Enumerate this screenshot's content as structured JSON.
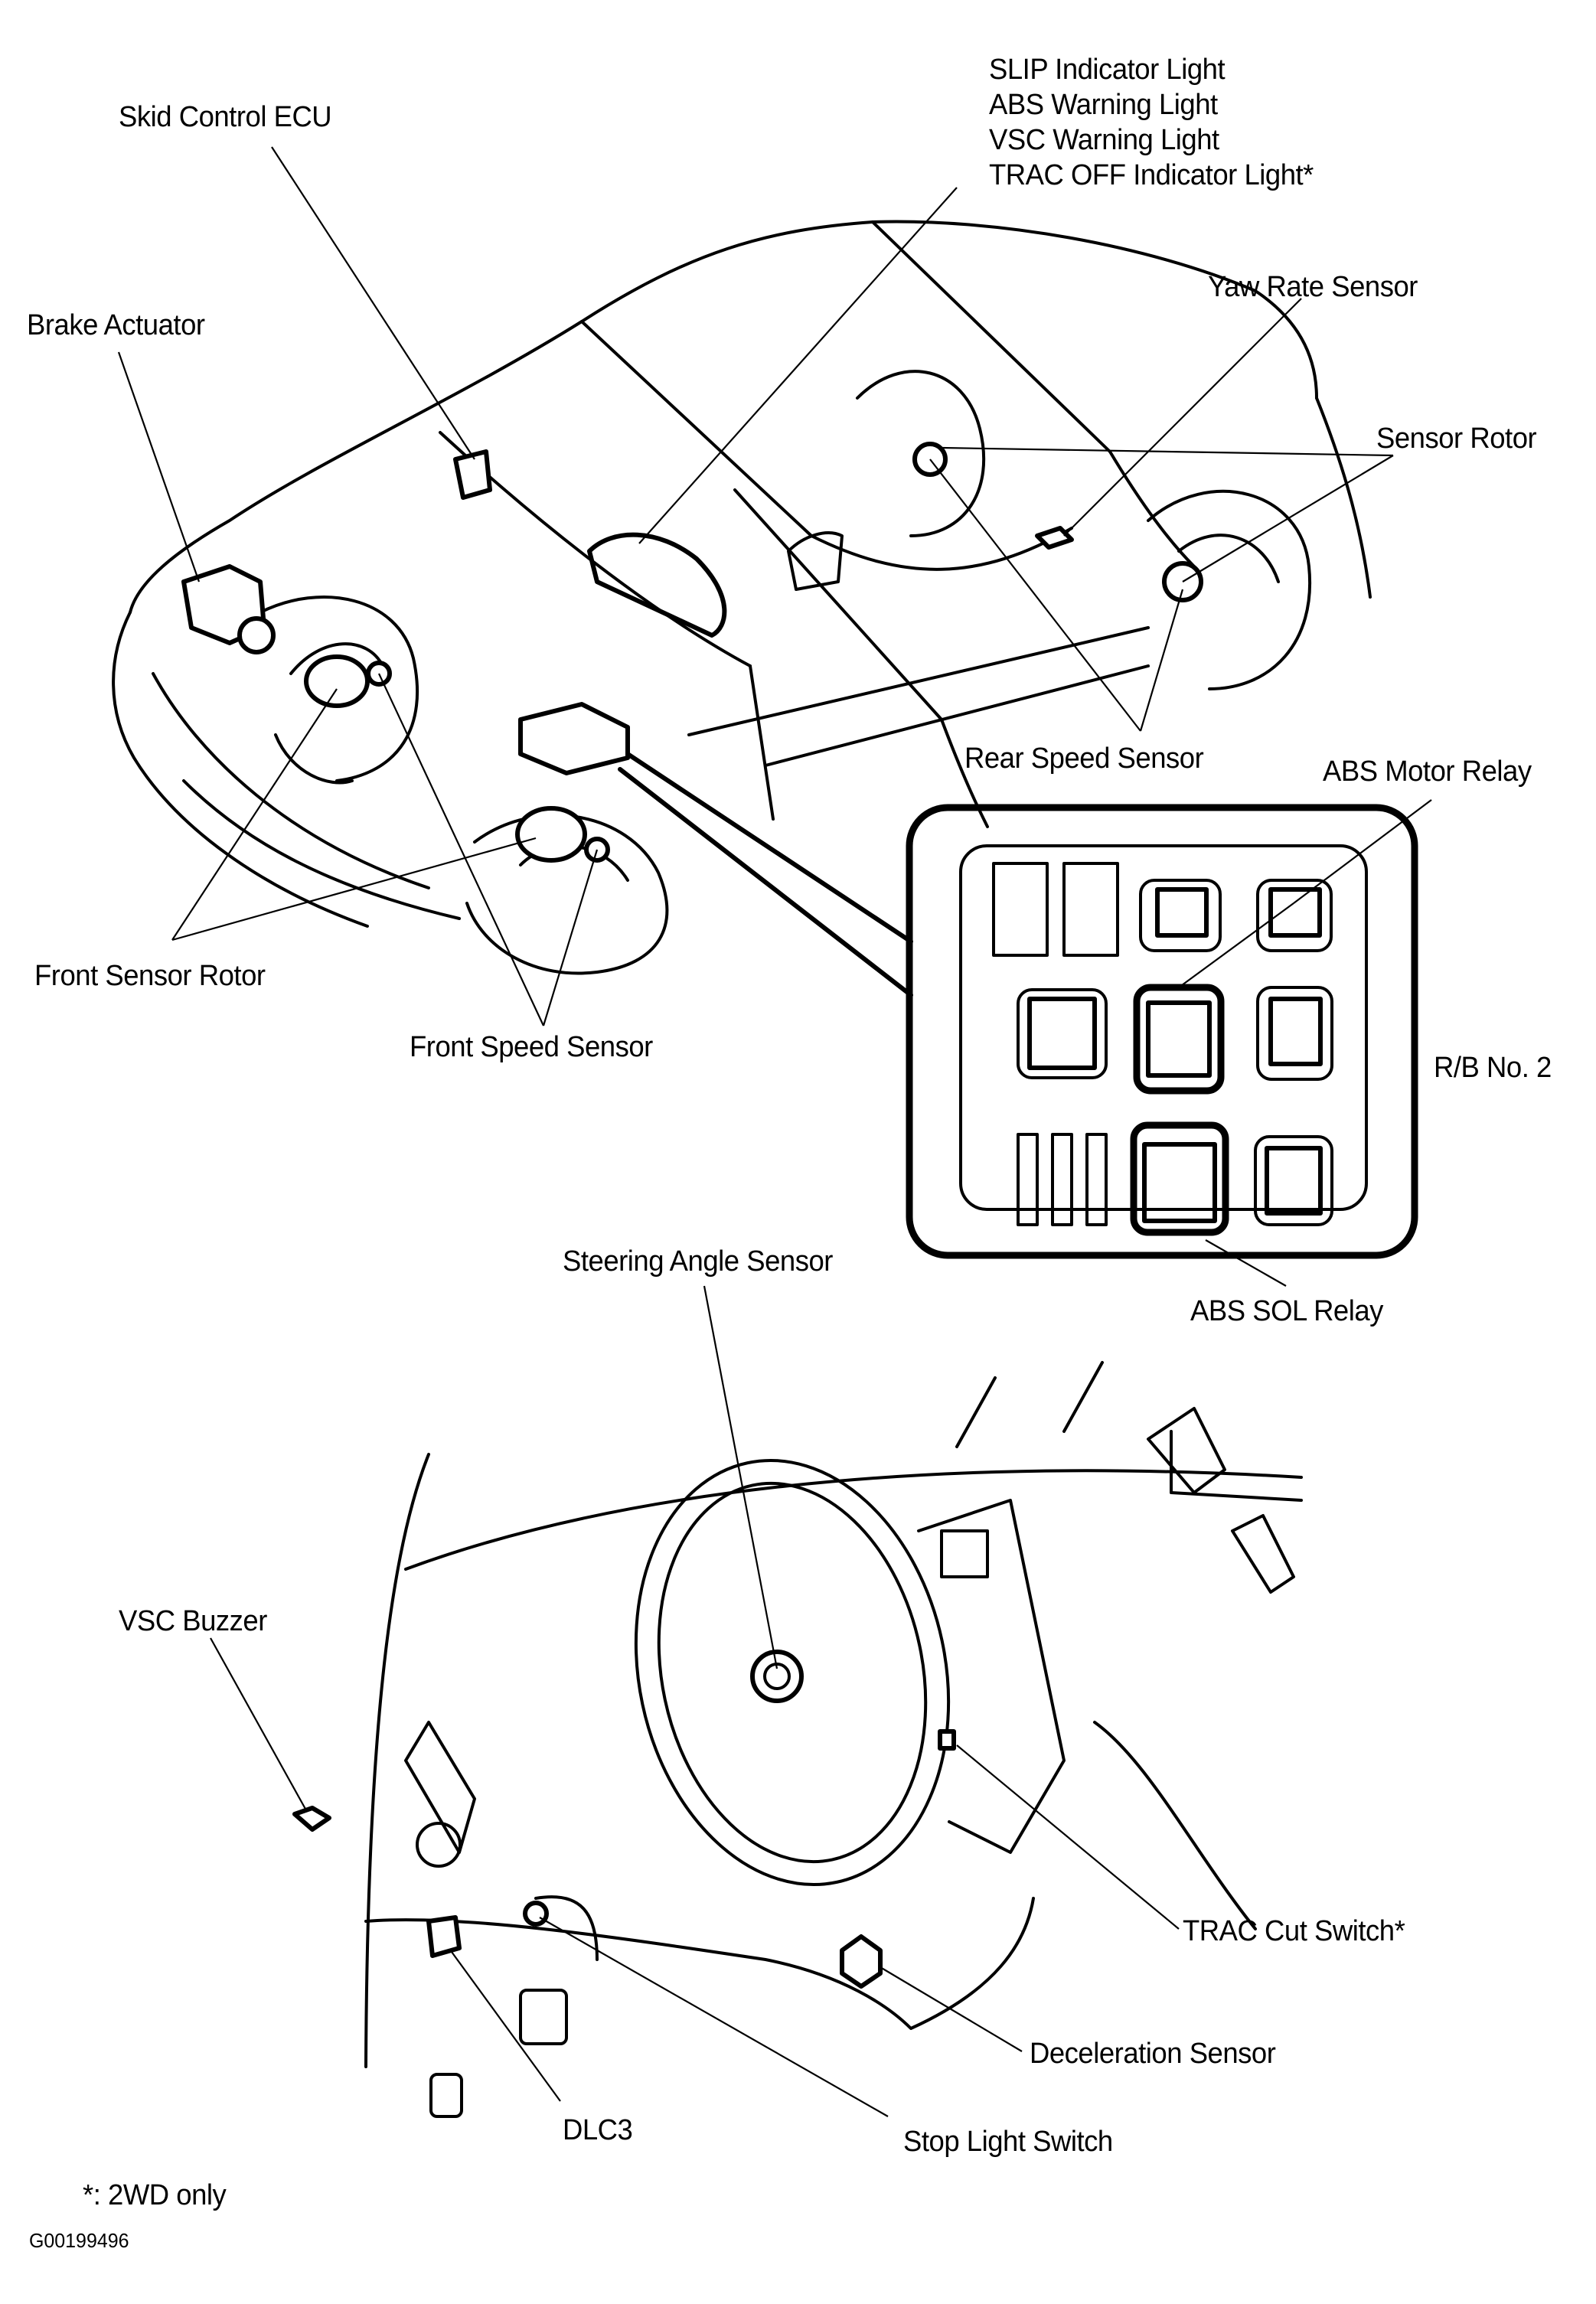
{
  "diagram": {
    "title": "Component location diagram (ABS / VSC / TRAC)",
    "ink_color": "#000000",
    "background_color": "#ffffff"
  },
  "labels": {
    "skid_control_ecu": "Skid Control ECU",
    "indicator_lights": [
      "SLIP Indicator Light",
      "ABS Warning Light",
      "VSC Warning Light",
      "TRAC OFF Indicator Light*"
    ],
    "brake_actuator": "Brake Actuator",
    "yaw_rate_sensor": "Yaw Rate Sensor",
    "sensor_rotor": "Sensor Rotor",
    "rear_speed_sensor": "Rear Speed Sensor",
    "abs_motor_relay": "ABS Motor Relay",
    "front_sensor_rotor": "Front Sensor Rotor",
    "front_speed_sensor": "Front Speed Sensor",
    "rb_no2": "R/B No. 2",
    "steering_angle_sensor": "Steering Angle Sensor",
    "abs_sol_relay": "ABS SOL Relay",
    "vsc_buzzer": "VSC Buzzer",
    "trac_cut_switch": "TRAC Cut Switch*",
    "deceleration_sensor": "Deceleration Sensor",
    "dlc3": "DLC3",
    "stop_light_switch": "Stop Light Switch"
  },
  "footnote": "*: 2WD only",
  "figure_id": "G00199496"
}
